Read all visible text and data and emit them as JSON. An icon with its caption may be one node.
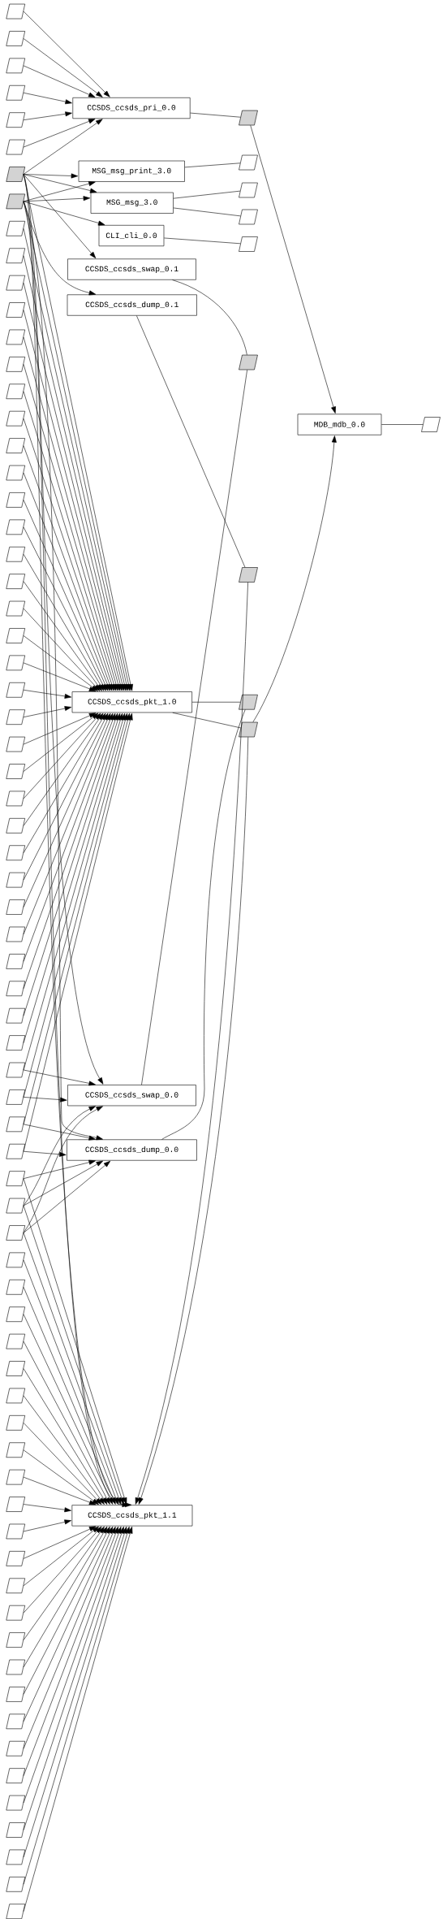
{
  "diagram": {
    "nodes": [
      {
        "text": [],
        "shape": "parallelogram"
      },
      {
        "text": [],
        "shape": "parallelogram"
      },
      {
        "text": [],
        "shape": "parallelogram"
      },
      {
        "text": [],
        "shape": "parallelogram"
      },
      {
        "text": [],
        "shape": "parallelogram"
      },
      {
        "text": [],
        "shape": "parallelogram"
      },
      {
        "text": [],
        "shape": "parallelogram"
      },
      {
        "text": [],
        "shape": "parallelogram"
      },
      {
        "text": [],
        "shape": "parallelogram"
      },
      {
        "text": [],
        "shape": "parallelogram"
      },
      {
        "text": [],
        "shape": "parallelogram"
      },
      {
        "text": [],
        "shape": "parallelogram"
      },
      {
        "text": [],
        "shape": "parallelogram"
      },
      {
        "text": [],
        "shape": "parallelogram"
      },
      {
        "text": [],
        "shape": "parallelogram"
      },
      {
        "text": [],
        "shape": "parallelogram"
      },
      {
        "text": [],
        "shape": "parallelogram"
      },
      {
        "text": [],
        "shape": "parallelogram"
      },
      {
        "text": [],
        "shape": "parallelogram"
      },
      {
        "text": [],
        "shape": "parallelogram"
      },
      {
        "text": [],
        "shape": "parallelogram"
      },
      {
        "text": [],
        "shape": "parallelogram"
      },
      {
        "text": [],
        "shape": "parallelogram"
      },
      {
        "text": [],
        "shape": "parallelogram"
      },
      {
        "text": [],
        "shape": "parallelogram"
      },
      {
        "text": [],
        "shape": "parallelogram"
      },
      {
        "text": [],
        "shape": "parallelogram"
      },
      {
        "text": [],
        "shape": "parallelogram"
      },
      {
        "text": [],
        "shape": "parallelogram"
      },
      {
        "text": [],
        "shape": "parallelogram"
      },
      {
        "text": [],
        "shape": "parallelogram"
      },
      {
        "text": [],
        "shape": "parallelogram"
      },
      {
        "text": [],
        "shape": "parallelogram"
      },
      {
        "text": [],
        "shape": "parallelogram"
      },
      {
        "text": [],
        "shape": "parallelogram"
      },
      {
        "text": [],
        "shape": "parallelogram"
      },
      {
        "text": [],
        "shape": "parallelogram"
      },
      {
        "text": [],
        "shape": "parallelogram"
      },
      {
        "text": [],
        "shape": "parallelogram"
      },
      {
        "text": [],
        "shape": "parallelogram"
      },
      {
        "text": [],
        "shape": "parallelogram"
      },
      {
        "text": [],
        "shape": "parallelogram"
      },
      {
        "text": [],
        "shape": "parallelogram"
      },
      {
        "text": [],
        "shape": "parallelogram"
      },
      {
        "text": [],
        "shape": "parallelogram"
      },
      {
        "text": [],
        "shape": "parallelogram"
      },
      {
        "text": [],
        "shape": "parallelogram"
      },
      {
        "text": [],
        "shape": "parallelogram"
      },
      {
        "text": [],
        "shape": "parallelogram"
      },
      {
        "text": [],
        "shape": "parallelogram"
      },
      {
        "text": [],
        "shape": "parallelogram"
      },
      {
        "text": [],
        "shape": "parallelogram"
      },
      {
        "text": [],
        "shape": "parallelogram"
      },
      {
        "text": [],
        "shape": "parallelogram"
      },
      {
        "text": [],
        "shape": "parallelogram"
      },
      {
        "text": [],
        "shape": "parallelogram"
      },
      {
        "text": [],
        "shape": "parallelogram"
      },
      {
        "text": [],
        "shape": "parallelogram"
      },
      {
        "text": [],
        "shape": "parallelogram"
      },
      {
        "text": [],
        "shape": "parallelogram"
      },
      {
        "text": [],
        "shape": "parallelogram"
      },
      {
        "text": [],
        "shape": "parallelogram"
      },
      {
        "text": [],
        "shape": "parallelogram"
      },
      {
        "text": [],
        "shape": "parallelogram"
      },
      {
        "text": [],
        "shape": "parallelogram"
      },
      {
        "text": [],
        "shape": "parallelogram"
      },
      {
        "text": [],
        "shape": "parallelogram"
      },
      {
        "text": [],
        "shape": "parallelogram"
      },
      {
        "text": [],
        "shape": "parallelogram"
      },
      {
        "text": [],
        "shape": "parallelogram"
      },
      {
        "text": [],
        "shape": "parallelogram"
      },
      {
        "text": [
          "CCSDS_ccsds_pri_0.0"
        ]
      },
      {
        "text": [
          "MSG_msg_print_3.0"
        ]
      },
      {
        "text": [
          "MSG_msg_3.0"
        ]
      },
      {
        "text": [
          "CLI_cli_0.0"
        ]
      },
      {
        "text": [
          "CCSDS_ccsds_swap_0.1"
        ]
      },
      {
        "text": [
          "CCSDS_ccsds_dump_0.1"
        ]
      },
      {
        "text": [
          "CCSDS_ccsds_pkt_1.0"
        ]
      },
      {
        "text": [
          "CCSDS_ccsds_swap_0.0"
        ]
      },
      {
        "text": [
          "CCSDS_ccsds_dump_0.0"
        ]
      },
      {
        "text": [
          "CCSDS_ccsds_pkt_1.1"
        ]
      },
      {
        "text": [],
        "shape": "parallelogram"
      },
      {
        "text": [],
        "shape": "parallelogram"
      },
      {
        "text": [],
        "shape": "parallelogram"
      },
      {
        "text": [],
        "shape": "parallelogram"
      },
      {
        "text": [],
        "shape": "parallelogram"
      },
      {
        "text": [],
        "shape": "parallelogram"
      },
      {
        "text": [],
        "shape": "parallelogram"
      },
      {
        "text": [],
        "shape": "parallelogram"
      },
      {
        "text": [],
        "shape": "parallelogram"
      },
      {
        "text": [
          "MDB_mdb_0.0"
        ]
      },
      {
        "text": [],
        "shape": "parallelogram"
      }
    ],
    "edges": [
      {
        "from": 0,
        "to": 71,
        "arrow": "to"
      },
      {
        "from": 1,
        "to": 71,
        "arrow": "to"
      },
      {
        "from": 2,
        "to": 71,
        "arrow": "to"
      },
      {
        "from": 3,
        "to": 71,
        "arrow": "to"
      },
      {
        "from": 4,
        "to": 71,
        "arrow": "to"
      },
      {
        "from": 5,
        "to": 71,
        "arrow": "to"
      },
      {
        "from": 6,
        "to": 71,
        "arrow": "to"
      },
      {
        "from": 6,
        "to": 72,
        "arrow": "to"
      },
      {
        "from": 6,
        "to": 73,
        "arrow": "to"
      },
      {
        "from": 6,
        "to": 75,
        "arrow": "to"
      },
      {
        "from": 6,
        "to": 77,
        "arrow": "to"
      },
      {
        "from": 6,
        "to": 78,
        "arrow": "to"
      },
      {
        "from": 6,
        "to": 80,
        "arrow": "to"
      },
      {
        "from": 7,
        "to": 72,
        "arrow": "to"
      },
      {
        "from": 7,
        "to": 73,
        "arrow": "to"
      },
      {
        "from": 7,
        "to": 74,
        "arrow": "to"
      },
      {
        "from": 7,
        "to": 76,
        "arrow": "to"
      },
      {
        "from": 7,
        "to": 77,
        "arrow": "to"
      },
      {
        "from": 7,
        "to": 79,
        "arrow": "to"
      },
      {
        "from": 7,
        "to": 80,
        "arrow": "to"
      },
      {
        "from": 8,
        "to": 77,
        "arrow": "to"
      },
      {
        "from": 9,
        "to": 77,
        "arrow": "to"
      },
      {
        "from": 10,
        "to": 77,
        "arrow": "to"
      },
      {
        "from": 11,
        "to": 77,
        "arrow": "to"
      },
      {
        "from": 12,
        "to": 77,
        "arrow": "to"
      },
      {
        "from": 13,
        "to": 77,
        "arrow": "to"
      },
      {
        "from": 14,
        "to": 77,
        "arrow": "to"
      },
      {
        "from": 15,
        "to": 77,
        "arrow": "to"
      },
      {
        "from": 16,
        "to": 77,
        "arrow": "to"
      },
      {
        "from": 17,
        "to": 77,
        "arrow": "to"
      },
      {
        "from": 18,
        "to": 77,
        "arrow": "to"
      },
      {
        "from": 19,
        "to": 77,
        "arrow": "to"
      },
      {
        "from": 20,
        "to": 77,
        "arrow": "to"
      },
      {
        "from": 21,
        "to": 77,
        "arrow": "to"
      },
      {
        "from": 22,
        "to": 77,
        "arrow": "to"
      },
      {
        "from": 23,
        "to": 77,
        "arrow": "to"
      },
      {
        "from": 24,
        "to": 77,
        "arrow": "to"
      },
      {
        "from": 25,
        "to": 77,
        "arrow": "to"
      },
      {
        "from": 26,
        "to": 77,
        "arrow": "to"
      },
      {
        "from": 27,
        "to": 77,
        "arrow": "to"
      },
      {
        "from": 28,
        "to": 77,
        "arrow": "to"
      },
      {
        "from": 29,
        "to": 77,
        "arrow": "to"
      },
      {
        "from": 30,
        "to": 77,
        "arrow": "to"
      },
      {
        "from": 31,
        "to": 77,
        "arrow": "to"
      },
      {
        "from": 32,
        "to": 77,
        "arrow": "to"
      },
      {
        "from": 33,
        "to": 77,
        "arrow": "to"
      },
      {
        "from": 34,
        "to": 77,
        "arrow": "to"
      },
      {
        "from": 35,
        "to": 77,
        "arrow": "to"
      },
      {
        "from": 36,
        "to": 77,
        "arrow": "to"
      },
      {
        "from": 37,
        "to": 77,
        "arrow": "to"
      },
      {
        "from": 38,
        "to": 77,
        "arrow": "to"
      },
      {
        "from": 39,
        "to": 77,
        "arrow": "to"
      },
      {
        "from": 40,
        "to": 77,
        "arrow": "to"
      },
      {
        "from": 41,
        "to": 77,
        "arrow": "to"
      },
      {
        "from": 42,
        "to": 77,
        "arrow": "to"
      },
      {
        "from": 39,
        "to": 78,
        "arrow": "to"
      },
      {
        "from": 40,
        "to": 78,
        "arrow": "to"
      },
      {
        "from": 44,
        "to": 78,
        "arrow": "to"
      },
      {
        "from": 45,
        "to": 78,
        "arrow": "to"
      },
      {
        "from": 41,
        "to": 79,
        "arrow": "to"
      },
      {
        "from": 42,
        "to": 79,
        "arrow": "to"
      },
      {
        "from": 43,
        "to": 79,
        "arrow": "to"
      },
      {
        "from": 44,
        "to": 79,
        "arrow": "to"
      },
      {
        "from": 45,
        "to": 79,
        "arrow": "to"
      },
      {
        "from": 43,
        "to": 80,
        "arrow": "to"
      },
      {
        "from": 44,
        "to": 80,
        "arrow": "to"
      },
      {
        "from": 45,
        "to": 80,
        "arrow": "to"
      },
      {
        "from": 46,
        "to": 80,
        "arrow": "to"
      },
      {
        "from": 47,
        "to": 80,
        "arrow": "to"
      },
      {
        "from": 48,
        "to": 80,
        "arrow": "to"
      },
      {
        "from": 49,
        "to": 80,
        "arrow": "to"
      },
      {
        "from": 50,
        "to": 80,
        "arrow": "to"
      },
      {
        "from": 51,
        "to": 80,
        "arrow": "to"
      },
      {
        "from": 52,
        "to": 80,
        "arrow": "to"
      },
      {
        "from": 53,
        "to": 80,
        "arrow": "to"
      },
      {
        "from": 54,
        "to": 80,
        "arrow": "to"
      },
      {
        "from": 55,
        "to": 80,
        "arrow": "to"
      },
      {
        "from": 56,
        "to": 80,
        "arrow": "to"
      },
      {
        "from": 57,
        "to": 80,
        "arrow": "to"
      },
      {
        "from": 58,
        "to": 80,
        "arrow": "to"
      },
      {
        "from": 59,
        "to": 80,
        "arrow": "to"
      },
      {
        "from": 60,
        "to": 80,
        "arrow": "to"
      },
      {
        "from": 61,
        "to": 80,
        "arrow": "to"
      },
      {
        "from": 62,
        "to": 80,
        "arrow": "to"
      },
      {
        "from": 63,
        "to": 80,
        "arrow": "to"
      },
      {
        "from": 64,
        "to": 80,
        "arrow": "to"
      },
      {
        "from": 65,
        "to": 80,
        "arrow": "to"
      },
      {
        "from": 66,
        "to": 80,
        "arrow": "to"
      },
      {
        "from": 67,
        "to": 80,
        "arrow": "to"
      },
      {
        "from": 68,
        "to": 80,
        "arrow": "to"
      },
      {
        "from": 69,
        "to": 80,
        "arrow": "to"
      },
      {
        "from": 70,
        "to": 80,
        "arrow": "to"
      },
      {
        "from": 71,
        "to": 81,
        "arrow": "none"
      },
      {
        "from": 81,
        "to": 90,
        "arrow": "to"
      },
      {
        "from": 72,
        "to": 82,
        "arrow": "none"
      },
      {
        "from": 73,
        "to": 83,
        "arrow": "none"
      },
      {
        "from": 73,
        "to": 84,
        "arrow": "none"
      },
      {
        "from": 74,
        "to": 85,
        "arrow": "none"
      },
      {
        "from": 75,
        "to": 86,
        "arrow": "none"
      },
      {
        "from": 78,
        "to": 86,
        "arrow": "none"
      },
      {
        "from": 76,
        "to": 87,
        "arrow": "none"
      },
      {
        "from": 87,
        "to": 80,
        "arrow": "to"
      },
      {
        "from": 77,
        "to": 88,
        "arrow": "none"
      },
      {
        "from": 77,
        "to": 89,
        "arrow": "none"
      },
      {
        "from": 88,
        "to": 79,
        "arrow": "none"
      },
      {
        "from": 89,
        "to": 90,
        "arrow": "to"
      },
      {
        "from": 89,
        "to": 80,
        "arrow": "to"
      },
      {
        "from": 90,
        "to": 91,
        "arrow": "none"
      }
    ]
  }
}
